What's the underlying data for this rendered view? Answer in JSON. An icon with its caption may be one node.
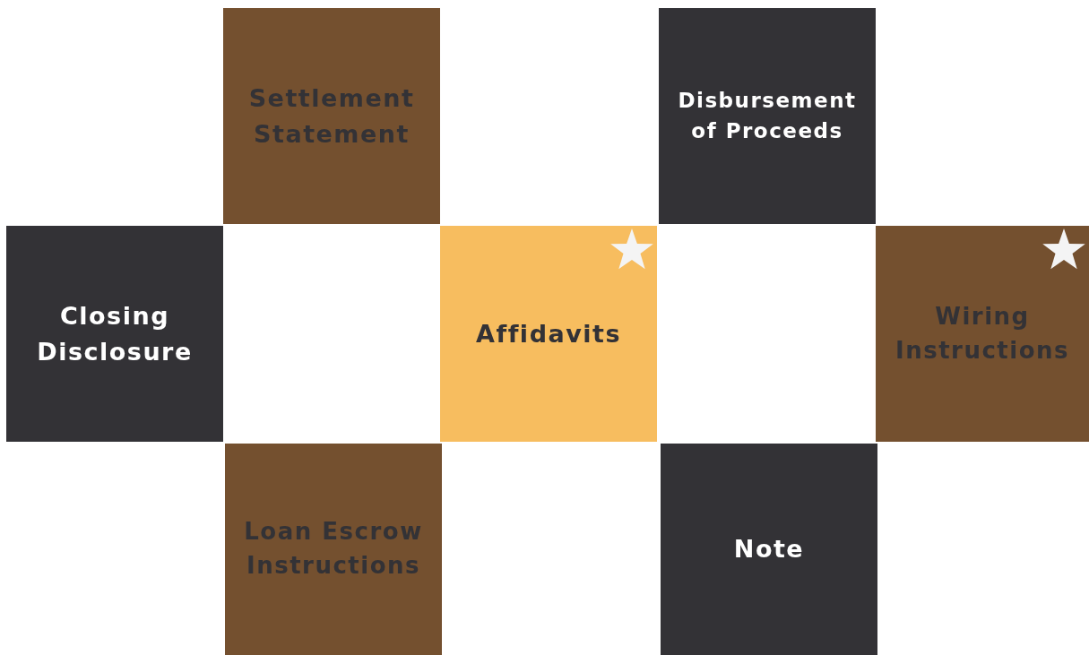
{
  "diagram": {
    "nodes": [
      {
        "text": [
          "Settlement Statement"
        ]
      },
      {
        "text": [
          "Disbursement of Proceeds"
        ]
      },
      {
        "text": [
          "Closing Disclosure"
        ]
      },
      {
        "text": [
          "Affidavits"
        ]
      },
      {
        "text": [
          "Wiring Instructions"
        ]
      },
      {
        "text": [
          "Loan Escrow Instructions"
        ]
      },
      {
        "text": [
          "Note"
        ]
      }
    ]
  }
}
